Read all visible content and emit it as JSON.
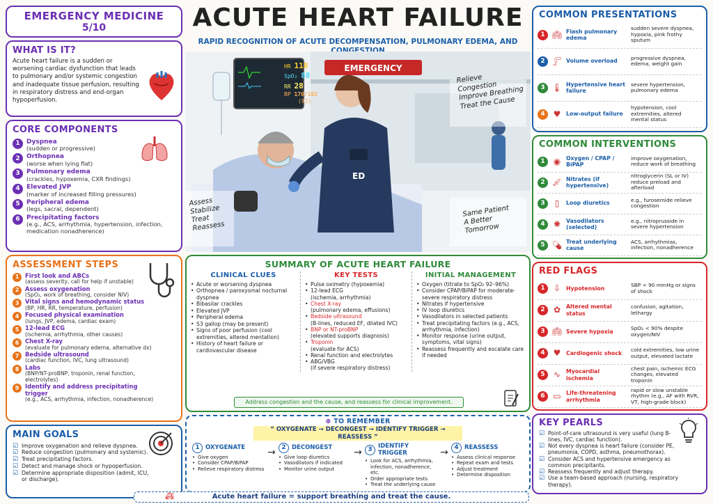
{
  "header": {
    "series": "EMERGENCY MEDICINE",
    "number": "5/10",
    "title": "ACUTE HEART FAILURE",
    "subtitle": "RAPID RECOGNITION OF ACUTE DECOMPENSATION, PULMONARY EDEMA, AND CONGESTION"
  },
  "what": {
    "title": "WHAT IS IT?",
    "text": "Acute heart failure is a sudden or worsening cardiac dysfunction that leads to pulmonary and/or systemic congestion and inadequate tissue perfusion, resulting in respiratory distress and end-organ hypoperfusion."
  },
  "core": {
    "title": "CORE COMPONENTS",
    "items": [
      {
        "n": "1",
        "name": "Dyspnea",
        "desc": "(sudden or progressive)"
      },
      {
        "n": "2",
        "name": "Orthopnea",
        "desc": "(worse when lying flat)"
      },
      {
        "n": "3",
        "name": "Pulmonary edema",
        "desc": "(crackles, hypoxemia, CXR findings)"
      },
      {
        "n": "4",
        "name": "Elevated JVP",
        "desc": "(marker of increased filling pressures)"
      },
      {
        "n": "5",
        "name": "Peripheral edema",
        "desc": "(legs, sacral, dependent)"
      },
      {
        "n": "6",
        "name": "Precipitating factors",
        "desc": "(e.g., ACS, arrhythmia, hypertension, infection, medication nonadherence)"
      }
    ]
  },
  "assessment": {
    "title": "ASSESSMENT STEPS",
    "items": [
      {
        "n": "1",
        "name": "First look and ABCs",
        "desc": "(assess severity, call for help if unstable)"
      },
      {
        "n": "2",
        "name": "Assess oxygenation",
        "desc": "(SpO₂, work of breathing, consider NIV)"
      },
      {
        "n": "3",
        "name": "Vital signs and hemodynamic status",
        "desc": "(BP, HR, RR, temperature, perfusion)"
      },
      {
        "n": "4",
        "name": "Focused physical examination",
        "desc": "(lungs, JVP, edema, cardiac exam)"
      },
      {
        "n": "5",
        "name": "12-lead ECG",
        "desc": "(ischemia, arrhythmia, other causes)"
      },
      {
        "n": "6",
        "name": "Chest X-ray",
        "desc": "(evaluate for pulmonary edema, alternative dx)"
      },
      {
        "n": "7",
        "name": "Bedside ultrasound",
        "desc": "(cardiac function, IVC, lung ultrasound)"
      },
      {
        "n": "8",
        "name": "Labs",
        "desc": "(BNP/NT-proBNP, troponin, renal function, electrolytes)"
      },
      {
        "n": "9",
        "name": "Identify and address precipitating trigger",
        "desc": "(e.g., ACS, arrhythmia, infection, nonadherence)"
      }
    ]
  },
  "goals": {
    "title": "MAIN GOALS",
    "items": [
      "Improve oxygenation and relieve dyspnea.",
      "Reduce congestion (pulmonary and systemic).",
      "Treat precipitating factors.",
      "Detect and manage shock or hypoperfusion.",
      "Determine appropriate disposition (admit, ICU, or discharge)."
    ]
  },
  "scene": {
    "monitor": {
      "hr_label": "HR",
      "hr": "118",
      "spo2_label": "SpO₂",
      "spo2": "88",
      "rr_label": "RR",
      "rr": "28",
      "bp_label": "BP",
      "bp": "170/102",
      "map": "(92)"
    },
    "sign": "EMERGENCY",
    "badge": "ED",
    "note_right": [
      "Relieve",
      "Congestion",
      "Improve Breathing",
      "Treat the Cause"
    ],
    "note_left": [
      "Assess",
      "Stabilize",
      "Treat",
      "Reassess"
    ],
    "note_bottom": [
      "Same Patient",
      "A Better",
      "Tomorrow"
    ]
  },
  "summary": {
    "title": "SUMMARY OF ACUTE HEART FAILURE",
    "clues": {
      "title": "CLINICAL CLUES",
      "items": [
        "Acute or worsening dyspnea",
        "Orthopnea / paroxysmal nocturnal dyspnea",
        "Bibasilar crackles",
        "Elevated JVP",
        "Peripheral edema",
        "S3 gallop (may be present)",
        "Signs of poor perfusion (cool extremities, altered mentation)",
        "History of heart failure or cardiovascular disease"
      ]
    },
    "tests": {
      "title": "KEY TESTS",
      "items": [
        {
          "a": "Pulse oximetry (hypoxemia)",
          "b": ""
        },
        {
          "a": "12-lead ECG",
          "b": "(ischemia, arrhythmia)"
        },
        {
          "a": "Chest X-ray",
          "b": "(pulmonary edema, effusions)"
        },
        {
          "a": "Bedside ultrasound",
          "b": "(B-lines, reduced EF, dilated IVC)"
        },
        {
          "a": "BNP or NT-proBNP",
          "b": "(elevated supports diagnosis)"
        },
        {
          "a": "Troponin",
          "b": "(evaluate for ACS)"
        },
        {
          "a": "Renal function and electrolytes",
          "b": ""
        },
        {
          "a": "ABG/VBG",
          "b": "(if severe respiratory distress)"
        }
      ]
    },
    "mgmt": {
      "title": "INITIAL MANAGEMENT",
      "items": [
        "Oxygen (titrate to SpO₂ 92–96%)",
        "Consider CPAP/BiPAP for moderate-severe respiratory distress",
        "Nitrates if hypertensive",
        "IV loop diuretics",
        "Vasodilators in selected patients",
        "Treat precipitating factors (e.g., ACS, arrhythmia, infection)",
        "Monitor response (urine output, symptoms, vital signs)",
        "Reassess frequently and escalate care if needed"
      ]
    },
    "footer": "Address congestion and the cause, and reassess for clinical improvement."
  },
  "remember": {
    "title": "TO REMEMBER",
    "flow": "“ OXYGENATE → DECONGEST → IDENTIFY TRIGGER → REASSESS ”",
    "steps": [
      {
        "n": "1",
        "name": "OXYGENATE",
        "items": [
          "Give oxygen",
          "Consider CPAP/BiPAP",
          "Relieve respiratory distress"
        ]
      },
      {
        "n": "2",
        "name": "DECONGEST",
        "items": [
          "Give loop diuretics",
          "Vasodilators if indicated",
          "Monitor urine output"
        ]
      },
      {
        "n": "3",
        "name": "IDENTIFY TRIGGER",
        "items": [
          "Look for ACS, arrhythmia, infection, nonadherence, etc.",
          "Order appropriate tests",
          "Treat the underlying cause"
        ]
      },
      {
        "n": "4",
        "name": "REASSESS",
        "items": [
          "Assess clinical response",
          "Repeat exam and tests",
          "Adjust treatment",
          "Determine disposition"
        ]
      }
    ],
    "banner": "Acute heart failure = support breathing and treat the cause."
  },
  "presentations": {
    "title": "COMMON PRESENTATIONS",
    "items": [
      {
        "n": "1",
        "name": "Flash pulmonary edema",
        "desc": "sudden severe dyspnea, hypoxia, pink frothy sputum",
        "icon": "lungs-icon"
      },
      {
        "n": "2",
        "name": "Volume overload",
        "desc": "progressive dyspnea, edema, weight gain",
        "icon": "leg-icon"
      },
      {
        "n": "3",
        "name": "Hypertensive heart failure",
        "desc": "severe hypertension, pulmonary edema",
        "icon": "thermometer-icon"
      },
      {
        "n": "4",
        "name": "Low-output failure",
        "desc": "hypotension, cool extremities, altered mental status",
        "icon": "heart-icon"
      }
    ]
  },
  "interventions": {
    "title": "COMMON INTERVENTIONS",
    "items": [
      {
        "n": "1",
        "name": "Oxygen / CPAP / BiPAP",
        "desc": "improve oxygenation, reduce work of breathing",
        "icon": "mask-icon"
      },
      {
        "n": "2",
        "name": "Nitrates (if hypertensive)",
        "desc": "nitroglycerin (SL or IV) reduce preload and afterload",
        "icon": "syringe-icon"
      },
      {
        "n": "3",
        "name": "Loop diuretics",
        "desc": "e.g., furosemide relieve congestion",
        "icon": "iv-bag-icon"
      },
      {
        "n": "4",
        "name": "Vasodilators (selected)",
        "desc": "e.g., nitroprusside in severe hypertension",
        "icon": "vessel-icon"
      },
      {
        "n": "5",
        "name": "Treat underlying cause",
        "desc": "ACS, arrhythmias, infection, nonadherence",
        "icon": "pill-icon"
      }
    ]
  },
  "redflags": {
    "title": "RED FLAGS",
    "items": [
      {
        "n": "1",
        "name": "Hypotension",
        "desc": "SBP < 90 mmHg or signs of shock",
        "icon": "down-arrow-icon"
      },
      {
        "n": "2",
        "name": "Altered mental status",
        "desc": "confusion, agitation, lethargy",
        "icon": "brain-icon"
      },
      {
        "n": "3",
        "name": "Severe hypoxia",
        "desc": "SpO₂ < 90% despite oxygen/NIV",
        "icon": "lungs-icon"
      },
      {
        "n": "4",
        "name": "Cardiogenic shock",
        "desc": "cold extremities, low urine output, elevated lactate",
        "icon": "heart-icon"
      },
      {
        "n": "5",
        "name": "Myocardial ischemia",
        "desc": "chest pain, ischemic ECG changes, elevated troponin",
        "icon": "ecg-icon"
      },
      {
        "n": "6",
        "name": "Life-threatening arrhythmia",
        "desc": "rapid or slow unstable rhythm (e.g., AF with RVR, VT, high-grade block)",
        "icon": "monitor-icon"
      }
    ]
  },
  "pearls": {
    "title": "KEY PEARLS",
    "items": [
      "Point-of-care ultrasound is very useful (lung B-lines, IVC, cardiac function).",
      "Not every dyspnea is heart failure (consider PE, pneumonia, COPD, asthma, pneumothorax).",
      "Consider ACS and hypertensive emergency as common precipitants.",
      "Reassess frequently and adjust therapy.",
      "Use a team-based approach (nursing, respiratory therapy)."
    ]
  },
  "colors": {
    "purple": "#6b2fb3",
    "green": "#2f8a3a",
    "orange": "#e8731a",
    "blue": "#1b5ea8",
    "red": "#d8262a",
    "teal": "#2a8a8a"
  }
}
